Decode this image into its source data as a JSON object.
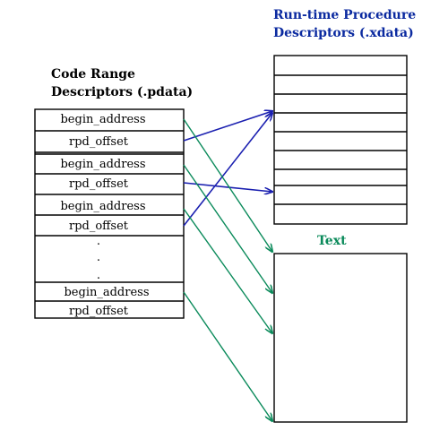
{
  "diagram": {
    "pdata_title_line1": "Code Range",
    "pdata_title_line2": "Descriptors (.pdata)",
    "xdata_title_line1": "Run-time Procedure",
    "xdata_title_line2": "Descriptors (.xdata)",
    "text_title": "Text",
    "pdata_rows": [
      "begin_address",
      "rpd_offset",
      "begin_address",
      "rpd_offset",
      "begin_address",
      "rpd_offset",
      "begin_address",
      "rpd_offset"
    ],
    "ellipsis_dot": ".",
    "xdata_row_count": 9,
    "colors": {
      "black": "#000000",
      "blue_title": "#0b2aa0",
      "blue_arrow": "#1a1fb0",
      "green": "#0a8a5a"
    }
  }
}
